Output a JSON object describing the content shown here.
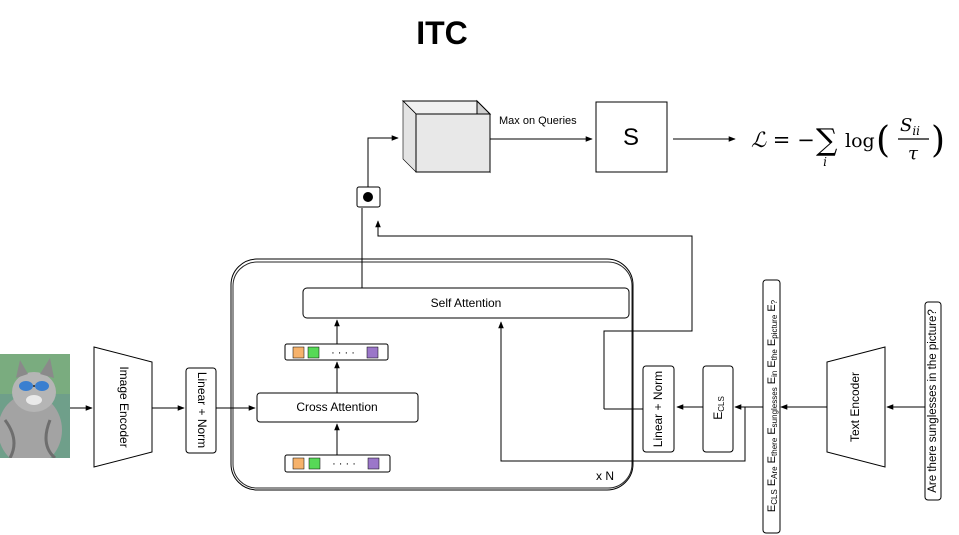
{
  "title": "ITC",
  "image_encoder_label": "Image Encoder",
  "linear_norm_left_label": "Linear + Norm",
  "cross_attention_label": "Cross Attention",
  "self_attention_label": "Self Attention",
  "query_dots": "· · · ·",
  "xn_label": "x N",
  "max_on_queries_label": "Max on Queries",
  "s_box_label": "S",
  "loss_formula": {
    "lhs": "ℒ = −",
    "sum_symbol": "∑",
    "sum_index": "i",
    "log": "log",
    "numerator": "S",
    "numerator_sub": "ii",
    "denominator": "τ",
    "open_paren": "(",
    "close_paren": ")"
  },
  "linear_norm_right_label": "Linear + Norm",
  "ecls_label": {
    "base": "E",
    "sub": "CLS"
  },
  "token_embeddings": [
    {
      "base": "E",
      "sub": "CLS"
    },
    {
      "base": "E",
      "sub": "Are"
    },
    {
      "base": "E",
      "sub": "there"
    },
    {
      "base": "E",
      "sub": "sunglesses"
    },
    {
      "base": "E",
      "sub": "in"
    },
    {
      "base": "E",
      "sub": "the"
    },
    {
      "base": "E",
      "sub": "picture"
    },
    {
      "base": "E",
      "sub": "?"
    }
  ],
  "text_encoder_label": "Text Encoder",
  "question_text": "Are there sunglesses in the picture?",
  "colors": {
    "token_orange": "#f6b26b",
    "token_green": "#57d957",
    "token_purple": "#9b77c9",
    "image_sky": "#6f9f8a",
    "cat_fur": "#9a9a9a",
    "sunglasses_blue": "#3a7fd0"
  }
}
